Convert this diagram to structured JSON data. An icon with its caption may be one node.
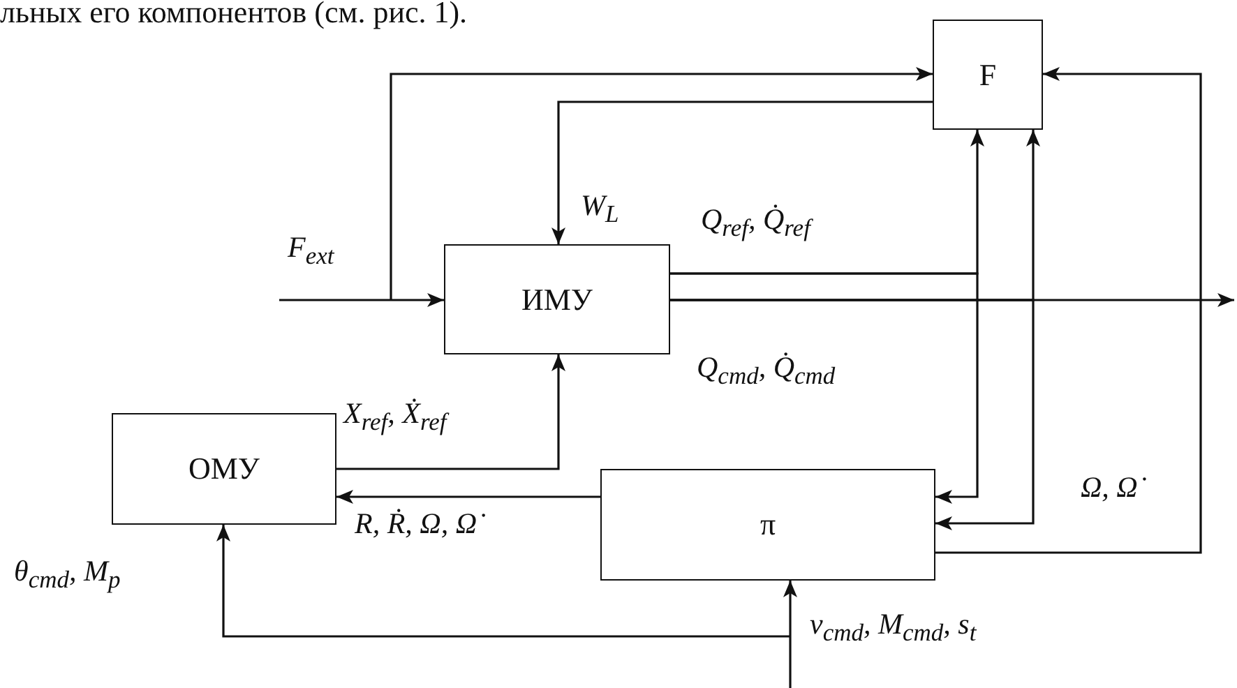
{
  "diagram": {
    "nodes": [
      {
        "text": [
          "F"
        ]
      },
      {
        "text": [
          "ИМУ"
        ]
      },
      {
        "text": [
          "ОМУ"
        ]
      },
      {
        "text": [
          "π"
        ]
      }
    ],
    "edges": [
      {
        "from": null,
        "to": 1,
        "arrow": "to",
        "label": "F$_{ext}$"
      },
      {
        "from": null,
        "to": 0,
        "arrow": "to"
      },
      {
        "from": 0,
        "to": 1,
        "arrow": "to",
        "label": "W$_{L}$"
      },
      {
        "from": 1,
        "to": 0,
        "arrow": "to",
        "label": "Q$_{ref}$, Q̇$_{ref}$"
      },
      {
        "from": 1,
        "to": 3,
        "arrow": "to"
      },
      {
        "from": 1,
        "to": null,
        "arrow": "to",
        "label": "Q$_{cmd}$, Q̇$_{cmd}$"
      },
      {
        "from": 1,
        "to": 0,
        "arrow": "to"
      },
      {
        "from": 1,
        "to": 3,
        "arrow": "to"
      },
      {
        "from": 3,
        "to": 0,
        "arrow": "to",
        "label": "Ω, Ω̇"
      },
      {
        "from": 3,
        "to": 2,
        "arrow": "to",
        "label": "R, Ṙ, Ω, Ω̇"
      },
      {
        "from": 2,
        "to": 1,
        "arrow": "to",
        "label": "X$_{ref}$, Ẋ$_{ref}$"
      },
      {
        "from": null,
        "to": 3,
        "arrow": "to",
        "label": "v$_{cmd}$, M$_{cmd}$, s$_{t}$"
      },
      {
        "from": null,
        "to": 2,
        "arrow": "to",
        "label": "θ$_{cmd}$, M$_{p}$"
      }
    ],
    "labels": [
      "льных его компонентов (см. рис. 1)."
    ]
  }
}
